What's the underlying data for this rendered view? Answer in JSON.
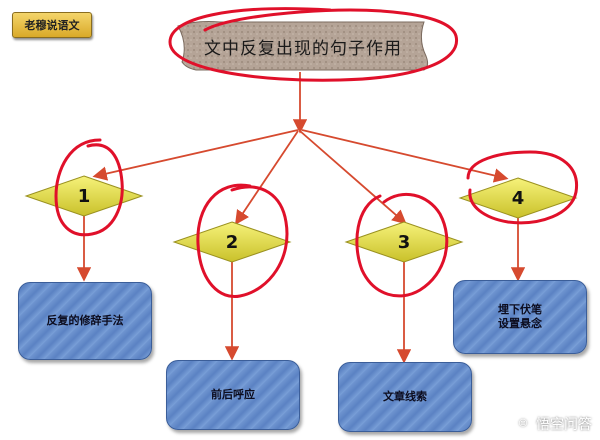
{
  "badge_label": "老穆说语文",
  "title": "文中反复出现的句子作用",
  "branches": [
    {
      "number": "1",
      "label": "反复的修辞手法"
    },
    {
      "number": "2",
      "label": "前后呼应"
    },
    {
      "number": "3",
      "label": "文章线索"
    },
    {
      "number": "4",
      "label": "埋下伏笔\n设置悬念"
    }
  ],
  "watermark": "悟空问答",
  "colors": {
    "arrow": "#d64a2f",
    "circle_annotation": "#e0102a",
    "diamond_fill": "#e8e04a",
    "box_fill": "#6f95d0",
    "banner_fill": "#b5a497"
  }
}
